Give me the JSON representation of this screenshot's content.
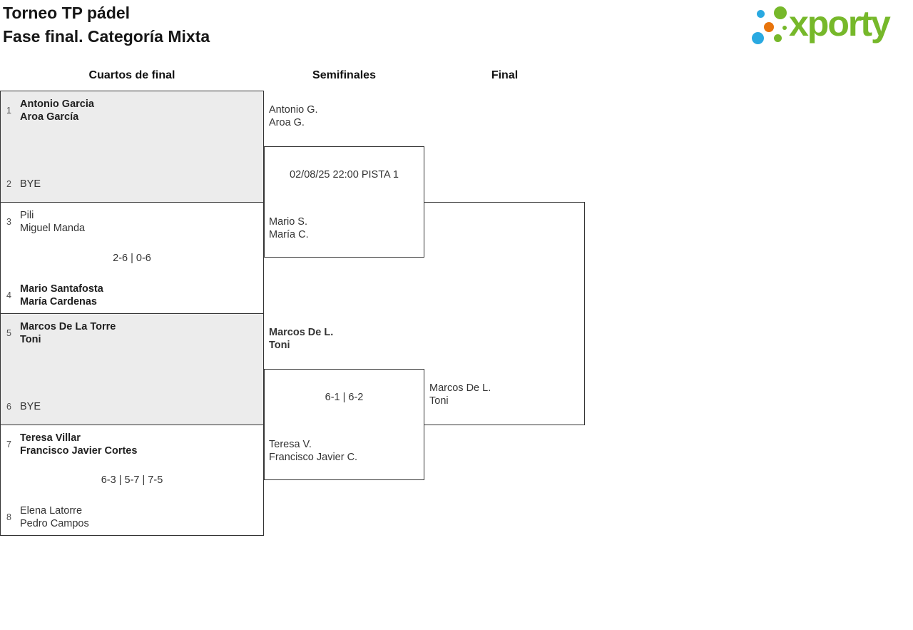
{
  "page": {
    "title_line1": "Torneo TP pádel",
    "title_line2": "Fase final. Categoría Mixta"
  },
  "logo": {
    "wordmark": "xporty",
    "colors": {
      "green": "#76b82a",
      "blue": "#29a9e1",
      "orange": "#e8740c"
    }
  },
  "round_headers": {
    "quarterfinals": "Cuartos de final",
    "semifinals": "Semifinales",
    "final": "Final"
  },
  "bracket": {
    "quarterfinals": [
      {
        "seed_top": "1",
        "top": [
          "Antonio Garcia",
          "Aroa García"
        ],
        "top_winner": true,
        "score": "",
        "seed_bottom": "2",
        "bottom": [
          "BYE"
        ],
        "bottom_winner": false,
        "shaded": true
      },
      {
        "seed_top": "3",
        "top": [
          "Pili",
          "Miguel Manda"
        ],
        "top_winner": false,
        "score": "2-6 | 0-6",
        "seed_bottom": "4",
        "bottom": [
          "Mario Santafosta",
          "María Cardenas"
        ],
        "bottom_winner": true,
        "shaded": false
      },
      {
        "seed_top": "5",
        "top": [
          "Marcos De La Torre",
          "Toni"
        ],
        "top_winner": true,
        "score": "",
        "seed_bottom": "6",
        "bottom": [
          "BYE"
        ],
        "bottom_winner": false,
        "shaded": true
      },
      {
        "seed_top": "7",
        "top": [
          "Teresa Villar",
          "Francisco Javier Cortes"
        ],
        "top_winner": true,
        "score": "6-3 | 5-7 | 7-5",
        "seed_bottom": "8",
        "bottom": [
          "Elena Latorre",
          "Pedro Campos"
        ],
        "bottom_winner": false,
        "shaded": false
      }
    ],
    "semifinals": [
      {
        "top": [
          "Antonio G.",
          "Aroa G."
        ],
        "top_winner": false,
        "center": "02/08/25 22:00 PISTA 1",
        "bottom": [
          "Mario S.",
          "María C."
        ],
        "bottom_winner": false
      },
      {
        "top": [
          "Marcos De L.",
          "Toni"
        ],
        "top_winner": true,
        "center": "6-1 | 6-2",
        "bottom": [
          "Teresa V.",
          "Francisco Javier C."
        ],
        "bottom_winner": false
      }
    ],
    "final": {
      "bottom": [
        "Marcos De L.",
        "Toni"
      ]
    }
  }
}
